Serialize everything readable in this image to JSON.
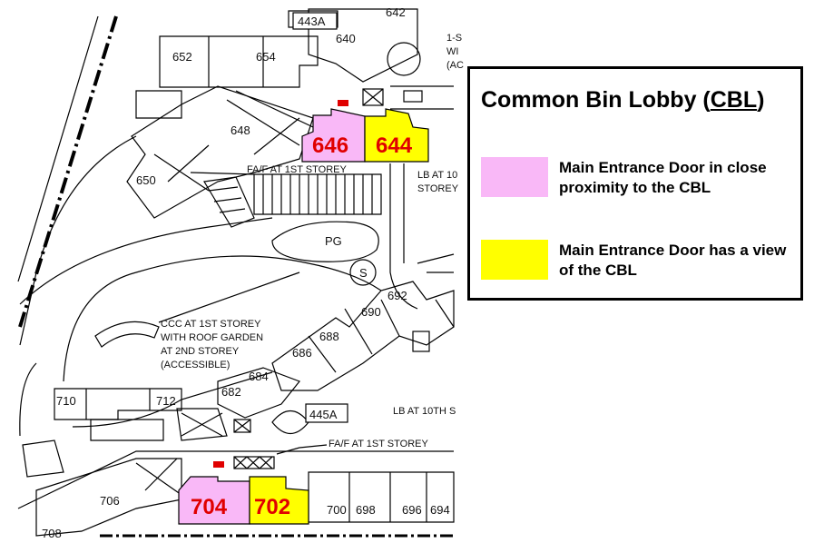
{
  "map": {
    "block_labels": {
      "b443A": "443A",
      "b445A": "445A",
      "b640": "640",
      "b652": "652",
      "b654": "654",
      "b648": "648",
      "b650": "650",
      "b642": "642",
      "b692": "692",
      "b690": "690",
      "b688": "688",
      "b686": "686",
      "b684": "684",
      "b682": "682",
      "b710": "710",
      "b712": "712",
      "b706": "706",
      "b708": "708",
      "b700": "700",
      "b698": "698",
      "b696": "696",
      "b694": "694"
    },
    "highlight_blocks": {
      "b646": "646",
      "b644": "644",
      "b704": "704",
      "b702": "702"
    },
    "facility_labels": {
      "pg": "PG",
      "s": "S",
      "fa_top": "FA/F AT 1ST STOREY",
      "fa_bottom": "FA/F AT 1ST STOREY",
      "lb_top_1": "LB AT 10",
      "lb_top_2": "STOREY",
      "lb_bottom": "LB AT 10TH S",
      "ccc_1": "CCC AT 1ST STOREY",
      "ccc_2": "WITH ROOF GARDEN",
      "ccc_3": "AT 2ND STOREY",
      "ccc_4": "(ACCESSIBLE)",
      "edge_1": "1-S",
      "edge_2": "WI",
      "edge_3": "(AC"
    },
    "colors": {
      "close_proximity": "#f9b8f7",
      "has_view": "#ffff00",
      "block_number": "#e00000",
      "cbl_marker": "#e00000"
    }
  },
  "legend": {
    "title_prefix": "Common Bin Lobby (",
    "title_abbr": "CBL",
    "title_suffix": ")",
    "items": [
      {
        "label": "Main Entrance Door in close proximity to the CBL",
        "color": "#f9b8f7"
      },
      {
        "label": "Main Entrance Door has a view of the CBL",
        "color": "#ffff00"
      }
    ]
  }
}
